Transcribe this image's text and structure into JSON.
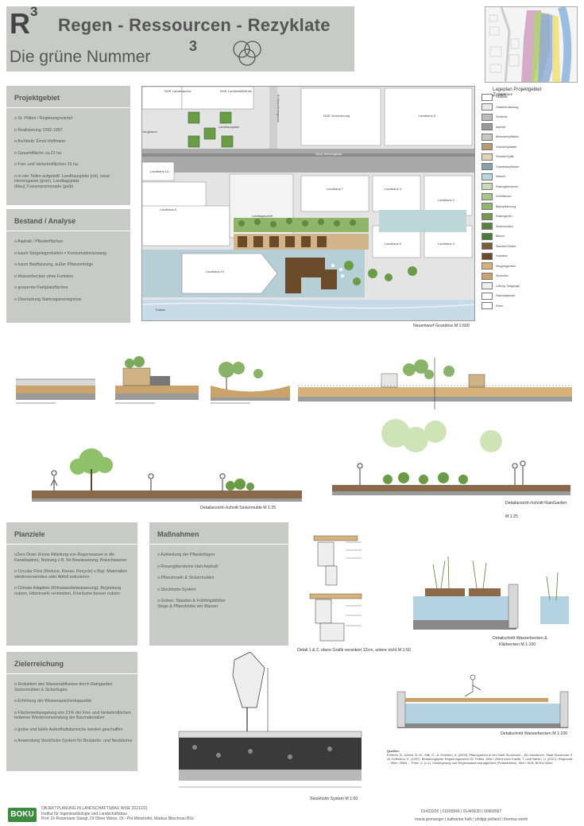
{
  "header": {
    "r3": "R",
    "r3_sup": "3",
    "title": "Regen - Ressourcen - Rezyklate",
    "subtitle": "Die grüne Nummer",
    "subtitle_sup": "3"
  },
  "location_map": {
    "caption_line1": "Lageplan Projektgebiet",
    "caption_line2": "Zonen"
  },
  "projektgebiet": {
    "title": "Projektgebiet",
    "items": [
      "o St. Pölten / Regierungsviertel",
      "o Realisierung 1992-1997",
      "o Architekt: Ernst Hoffmann",
      "o Gesamtfläche ca.22 ha",
      "o Frei- und Verkehrsflächen 16 ha",
      "o in vier Teilen aufgeteilt: Landhausplatz (rot), neue Herrengasse (grün), Landtagsplatz (blau),Traisenpromenade (gelb)"
    ]
  },
  "bestand": {
    "title": "Bestand / Analyse",
    "items": [
      "o Asphalt / Pflasterflächen",
      "o kaum Sitzgelegenheiten = Konsumationszwang",
      "o kaum Bepflanzung, außer Pflanzentröge",
      "o Wasserbecken ohne Funktion",
      "o gesperrte Parkplatzflächen",
      "o Überlastung Starkregenereignisse"
    ]
  },
  "plan": {
    "labels": {
      "noe_landesarchiv": "NOE Landesarchiv",
      "noe_landesbibliothek": "NOE Landesbibliothek",
      "landhausplatz": "Landhausplatz",
      "noe_versicherung": "NOE Versicherung",
      "landhaus_8": "Landhaus 8",
      "landhaus_1a": "Landhaus 1A",
      "landhaus_7": "Landhaus 7",
      "landhaus_3": "Landhaus 3",
      "landhaus_2": "Landhaus 2",
      "landhaus_6": "Landhaus 6",
      "landhaus_5": "Landhaus 5",
      "landhaus_4": "Landhaus 4",
      "landtagsschiff": "Landtagsschiff",
      "landhaus_10": "Landhaus 10",
      "neue_herrengasse": "Neue Herrengasse",
      "landhausgasse": "Landhausgasse",
      "traisen": "Traisen",
      "jungbaum": "Jungbaum",
      "ki_maschinengasse": "Kl.Maschinengasse"
    },
    "caption": "Neuentwurf Grundriss M 1:600"
  },
  "legend": {
    "heading": "LEGENDE",
    "items": [
      {
        "label": "Gebäude",
        "color": "#ffffff"
      },
      {
        "label": "Glasüberdachung",
        "color": "#e8e8e8"
      },
      {
        "label": "Denkmal",
        "color": "#bbbbbb"
      },
      {
        "label": "Asphalt",
        "color": "#9a9a9a"
      },
      {
        "label": "Betonsteinpflaster",
        "color": "#c8c8c8"
      },
      {
        "label": "Holzsteinpflaster",
        "color": "#b89a72"
      },
      {
        "label": "Schotter/Splitt",
        "color": "#e0d4b8"
      },
      {
        "label": "Granitsteinpflaster",
        "color": "#8aa0a8"
      },
      {
        "label": "Wasser",
        "color": "#b9d6da"
      },
      {
        "label": "Rasengittersteine",
        "color": "#c9d9b5"
      },
      {
        "label": "Grünflächen",
        "color": "#a8c68a"
      },
      {
        "label": "Baumpflanzung",
        "color": "#8fb56e"
      },
      {
        "label": "Rasengarten",
        "color": "#6f9a50"
      },
      {
        "label": "Sickermulden",
        "color": "#5d7e45"
      },
      {
        "label": "Bäume",
        "color": "#4a7a3a"
      },
      {
        "label": "Stauden/Gräser",
        "color": "#7a5a3a"
      },
      {
        "label": "Holzdeck",
        "color": "#6b4a2c"
      },
      {
        "label": "Sitzgelegenheit",
        "color": "#d6b27a"
      },
      {
        "label": "Sitzstufen",
        "color": "#caa36e"
      },
      {
        "label": "Lüftung-Tiefgarage",
        "color": "#eeeeee"
      },
      {
        "label": "Fahrradständer",
        "color": "#ffffff"
      },
      {
        "label": "Poller",
        "color": "#ffffff"
      }
    ]
  },
  "sections": {
    "caption_sickermulde": "Detailansicht-/schnitt Sickermulde M 1:25",
    "caption_raingarden_1": "Detailansicht-/schnitt RainGarden",
    "caption_raingarden_2": "M 1:25",
    "scale_left": "M 1:50",
    "scale_right": "M 1:50"
  },
  "planziele": {
    "title": "Planziele",
    "items": [
      "oZero Drain (Keine Ableitung von Regenwasser in die Kanalisation), Nutzung z.B. für Bewässerung, Brauchwasser",
      "o Circular Flow (Reduce, Reuse, Recycle) z.Bsp: Materialien wiederverwenden oder Abfall reduzieren",
      "o Climate Adaption (Klimawandelanpassung), Begrünung nutzen, Hitzeinseln vermeiden, Freiräume besser nutzen"
    ]
  },
  "massnahmen": {
    "title": "Maßnahmen",
    "items": [
      "o Aufweitung der Pflasterfugen",
      "o Rasengittersteine statt Asphalt",
      "o Pflanzinseln & Sickermulden",
      "o Stockholm-System",
      "o Gräser, Stauden & Frühlingsblüher",
      "Stege & Pflanzkörbe am Wasser"
    ]
  },
  "zielerreichung": {
    "title": "Zielerreichung",
    "items": [
      "o Reduktion des Wasserabflusses durch Raingarden Sickermulden & Sickerfugen",
      "o Erhöhung der Wasserspeicherkapazität",
      "o Flächenentsiegelung von 21% der Frei- und Verkehrsflächen teilweise Wiederverwendung der Baumaterialien",
      "o grüne und kühle Aufenthaltsbereiche werden geschaffen",
      "o Anwendung Stockholm-System für Bestands- und Neubäume"
    ]
  },
  "details": {
    "caption_detail": "Detail 1 & 2, obere Grafik verankert 12cm, untere nicht M 1:50",
    "caption_wasser_1": "Detailschnitt  Wasserbecken &",
    "caption_wasser_2": "Klärbecken M 1:100",
    "caption_stockholm": "Stockholm System M 1:50",
    "caption_wasserbecken": "Detailschnitt Wasserbecken M 1:100",
    "quellen_title": "Quellen:",
    "quellen_text": "Embrén, B., Alvem, B.-M., Stål, Ö., & Orvesten, A. (2009). Pflanzgruben in der Stadt Stockholm – Ein Handbuch. Stadt Stockholm S. 44 Hoffmann, E. (1997). Bebauungsplan Regierungsviertel St. Pölten. Wien: Zibert nach Kastle, T. und Haiven, U. (2021): Regionale ... Wien: ISBN ... Pöltz, U. (u.L). Entsiegelung und Regenwassermanagement (Präsentation). Wien: BLB, BOKU Wien"
  },
  "footer": {
    "line1": "OBJEKTPLANUNG IN LANDSCHAFTSBAU WiSE 2021/22)",
    "line2": "Institut für Ingenieurbiologie und Landschaftsbau",
    "line3": "Prof. Dr Rosemarie Stangl, DI Oliver Weiss, DI.ⁿ Pia Minixhofer, Markus Bitschnau BSc",
    "logo": "BOKU",
    "student_ids": "01433206   |   01605849   |   01440630   |   00968567",
    "student_names": "maria gronanger   |   katharina holk   |   philipp polland   |   theresa werth"
  }
}
